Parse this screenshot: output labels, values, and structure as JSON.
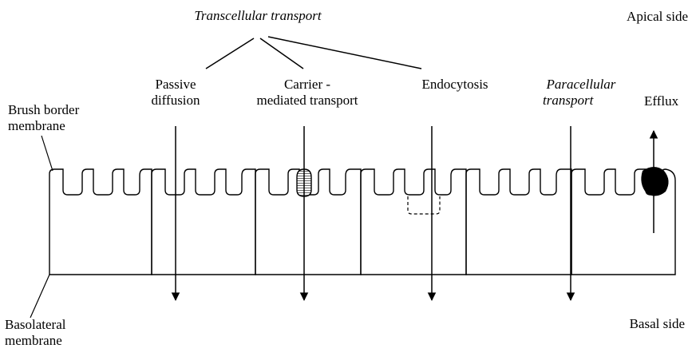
{
  "labels": {
    "transcellular": "Transcellular transport",
    "apical_side": "Apical side",
    "passive_line1": "Passive",
    "passive_line2": "diffusion",
    "carrier_line1": "Carrier -",
    "carrier_line2": "mediated transport",
    "endocytosis": "Endocytosis",
    "paracellular_line1": "Paracellular",
    "paracellular_line2": "transport",
    "efflux": "Efflux",
    "brush_line1": "Brush border",
    "brush_line2": "membrane",
    "basolateral_line1": "Basolateral",
    "basolateral_line2": "membrane",
    "basal_side": "Basal side"
  },
  "colors": {
    "ink": "#000000",
    "carrier_fill": "#8a8a8a",
    "efflux_pump": "#000000",
    "background": "#ffffff"
  }
}
